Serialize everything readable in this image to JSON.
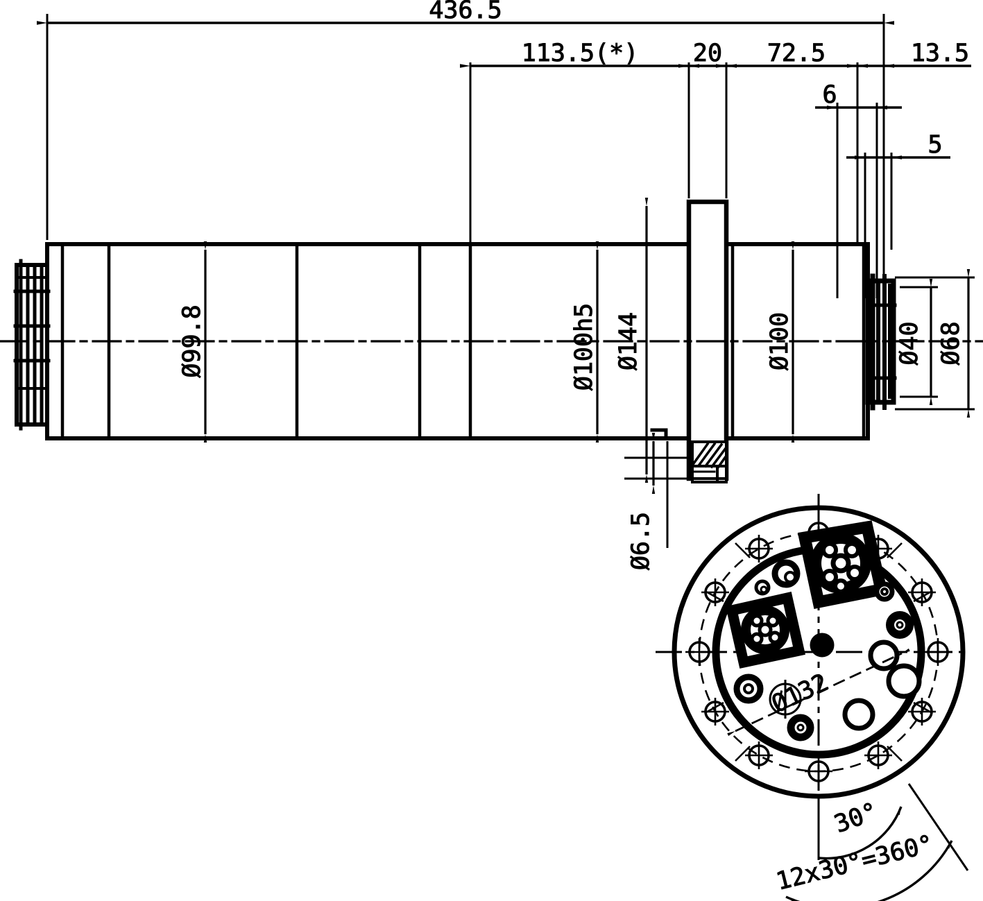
{
  "drawing": {
    "type": "engineering-drawing",
    "title": "Motor spindle dimensioned drawing",
    "views": [
      {
        "name": "side-section-view",
        "label": ""
      },
      {
        "name": "end-face-view",
        "label": ""
      }
    ]
  },
  "linear_dimensions": {
    "overall_length": "436.5",
    "segment_113_5": "113.5(*)",
    "segment_20": "20",
    "segment_72_5": "72.5",
    "segment_13_5": "13.5",
    "segment_6": "6",
    "segment_5": "5"
  },
  "diameter_dimensions": {
    "body_outer": "Ø99.8",
    "bearing_seat": "Ø100h5",
    "flange": "Ø144",
    "rear_body": "Ø100",
    "shaft_nose": "Ø40",
    "shaft_collar": "Ø68",
    "mounting_hole": "Ø6.5",
    "bolt_circle": "Ø132"
  },
  "angular_dimensions": {
    "pitch_angle": "30°",
    "total_pattern": "12x30°=360°"
  },
  "colors": {
    "line": "#000000",
    "background": "#ffffff"
  }
}
